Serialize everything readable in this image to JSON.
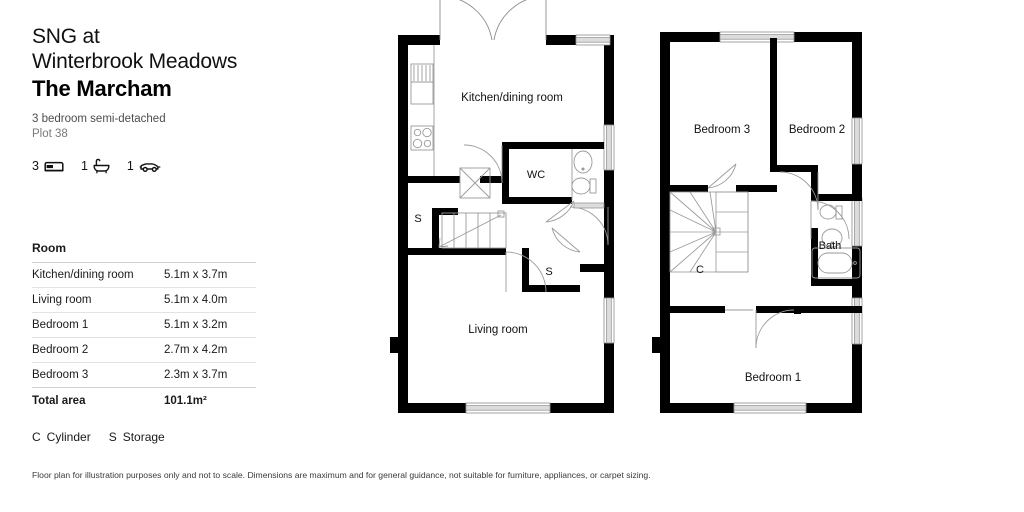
{
  "header": {
    "developer_line1": "SNG at",
    "developer_line2": "Winterbrook Meadows",
    "house_type": "The Marcham",
    "subtitle": "3 bedroom semi-detached",
    "plot": "Plot 38"
  },
  "spec": {
    "bedrooms": {
      "count": "3",
      "icon": "bed-icon"
    },
    "bathrooms": {
      "count": "1",
      "icon": "bath-icon"
    },
    "parking": {
      "count": "1",
      "icon": "car-icon"
    }
  },
  "room_table": {
    "header": "Room",
    "rows": [
      {
        "name": "Kitchen/dining room",
        "dimensions": "5.1m x 3.7m"
      },
      {
        "name": "Living room",
        "dimensions": "5.1m x 4.0m"
      },
      {
        "name": "Bedroom 1",
        "dimensions": "5.1m x 3.2m"
      },
      {
        "name": "Bedroom 2",
        "dimensions": "2.7m x 4.2m"
      },
      {
        "name": "Bedroom 3",
        "dimensions": "2.3m x 3.7m"
      }
    ],
    "total": {
      "name": "Total area",
      "value": "101.1m²"
    }
  },
  "key": [
    {
      "letter": "C",
      "label": "Cylinder"
    },
    {
      "letter": "S",
      "label": "Storage"
    }
  ],
  "disclaimer": "Floor plan for illustration purposes only and not to scale. Dimensions are maximum and for general guidance, not suitable for furniture, appliances, or carpet sizing.",
  "ground_floor": {
    "rooms": [
      {
        "id": "kitchen-dining",
        "label": "Kitchen/dining room"
      },
      {
        "id": "living",
        "label": "Living room"
      },
      {
        "id": "wc",
        "label": "WC"
      },
      {
        "id": "storage-1",
        "label": "S"
      },
      {
        "id": "storage-2",
        "label": "S"
      }
    ]
  },
  "first_floor": {
    "rooms": [
      {
        "id": "bedroom-3",
        "label": "Bedroom 3"
      },
      {
        "id": "bedroom-2",
        "label": "Bedroom 2"
      },
      {
        "id": "bedroom-1",
        "label": "Bedroom 1"
      },
      {
        "id": "bath",
        "label": "Bath"
      },
      {
        "id": "cylinder",
        "label": "C"
      }
    ]
  },
  "colors": {
    "wall": "#000000",
    "text": "#111111",
    "muted": "#7a7a7a",
    "rule": "#dcdcdc",
    "fixture_stroke": "#9a9a9a"
  }
}
